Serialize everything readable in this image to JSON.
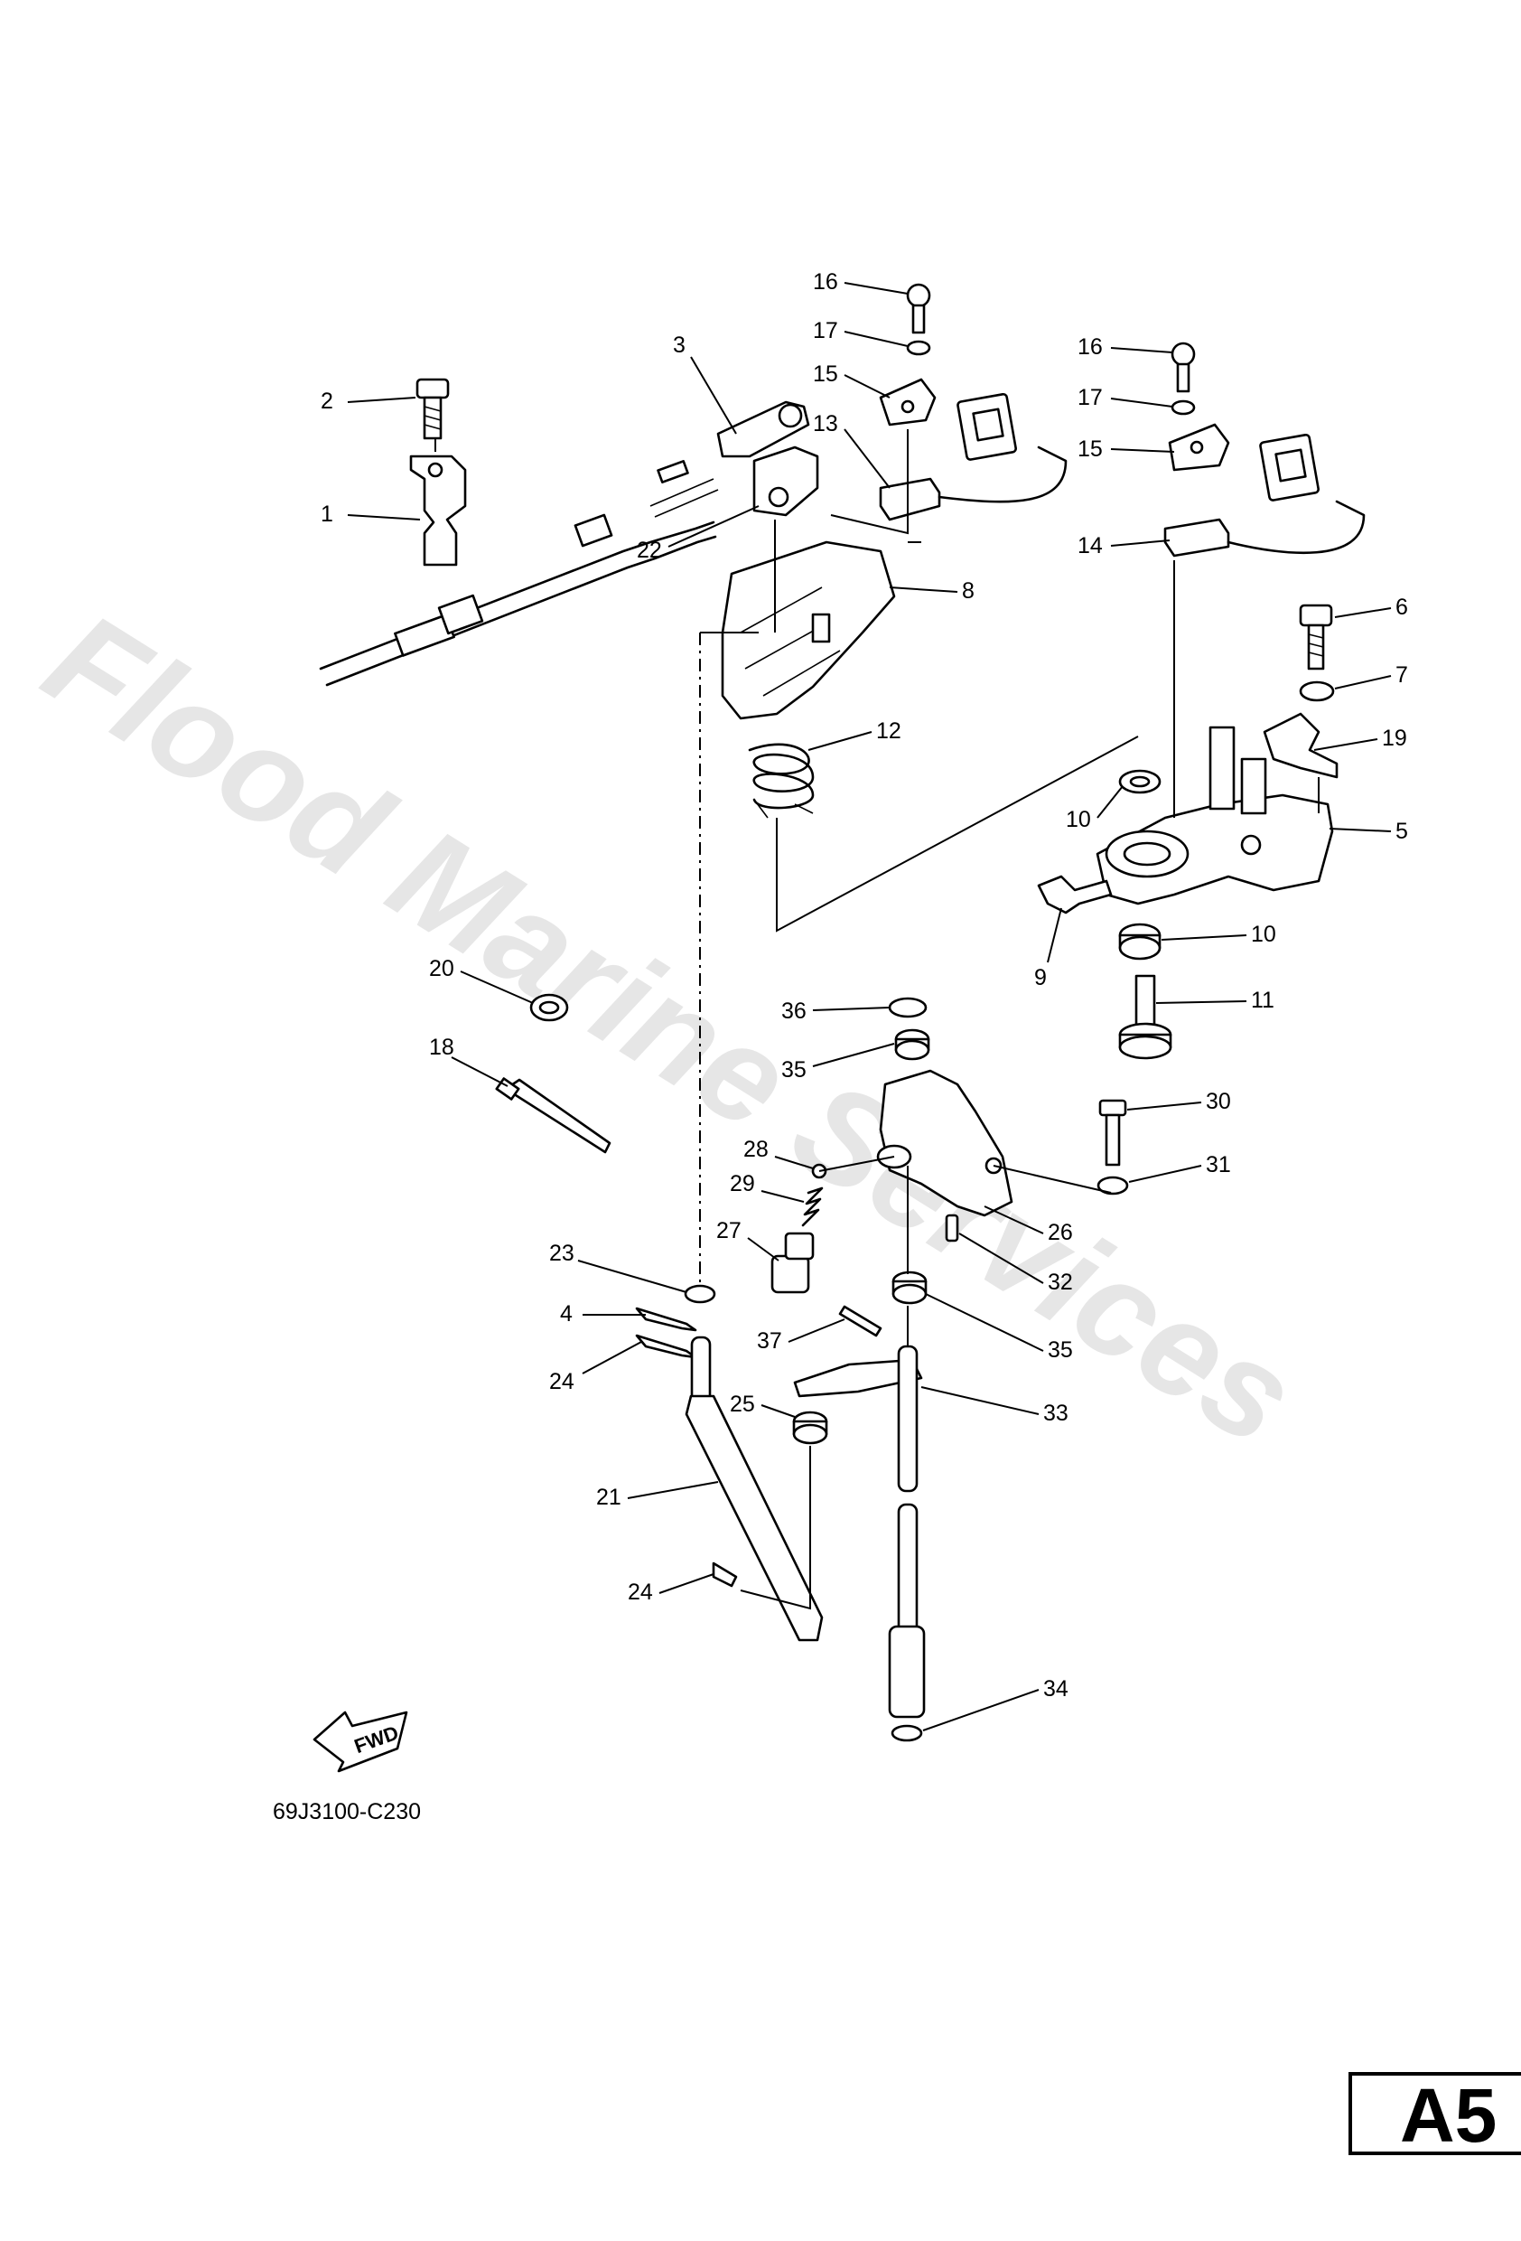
{
  "watermark": "Flood Marine Services",
  "diagram_code": "69J3100-C230",
  "section_label": "A5",
  "direction_marker": "FWD",
  "callouts": [
    {
      "id": "c1",
      "label": "1"
    },
    {
      "id": "c2",
      "label": "2"
    },
    {
      "id": "c3",
      "label": "3"
    },
    {
      "id": "c4",
      "label": "4"
    },
    {
      "id": "c5",
      "label": "5"
    },
    {
      "id": "c6",
      "label": "6"
    },
    {
      "id": "c7",
      "label": "7"
    },
    {
      "id": "c8",
      "label": "8"
    },
    {
      "id": "c9",
      "label": "9"
    },
    {
      "id": "c10a",
      "label": "10"
    },
    {
      "id": "c10b",
      "label": "10"
    },
    {
      "id": "c11",
      "label": "11"
    },
    {
      "id": "c12",
      "label": "12"
    },
    {
      "id": "c13",
      "label": "13"
    },
    {
      "id": "c14",
      "label": "14"
    },
    {
      "id": "c15a",
      "label": "15"
    },
    {
      "id": "c15b",
      "label": "15"
    },
    {
      "id": "c16a",
      "label": "16"
    },
    {
      "id": "c16b",
      "label": "16"
    },
    {
      "id": "c17a",
      "label": "17"
    },
    {
      "id": "c17b",
      "label": "17"
    },
    {
      "id": "c18",
      "label": "18"
    },
    {
      "id": "c19",
      "label": "19"
    },
    {
      "id": "c20",
      "label": "20"
    },
    {
      "id": "c21",
      "label": "21"
    },
    {
      "id": "c22",
      "label": "22"
    },
    {
      "id": "c23",
      "label": "23"
    },
    {
      "id": "c24a",
      "label": "24"
    },
    {
      "id": "c24b",
      "label": "24"
    },
    {
      "id": "c25",
      "label": "25"
    },
    {
      "id": "c26",
      "label": "26"
    },
    {
      "id": "c27",
      "label": "27"
    },
    {
      "id": "c28",
      "label": "28"
    },
    {
      "id": "c29",
      "label": "29"
    },
    {
      "id": "c30",
      "label": "30"
    },
    {
      "id": "c31",
      "label": "31"
    },
    {
      "id": "c32",
      "label": "32"
    },
    {
      "id": "c33",
      "label": "33"
    },
    {
      "id": "c34",
      "label": "34"
    },
    {
      "id": "c35a",
      "label": "35"
    },
    {
      "id": "c35b",
      "label": "35"
    },
    {
      "id": "c36",
      "label": "36"
    },
    {
      "id": "c37",
      "label": "37"
    }
  ]
}
